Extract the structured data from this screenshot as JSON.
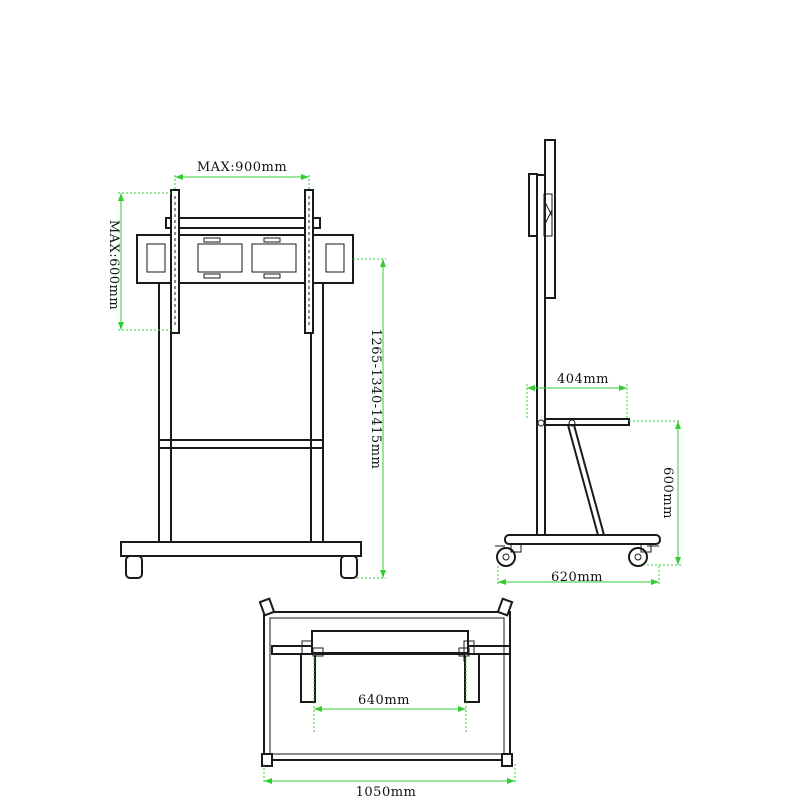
{
  "dimensions": {
    "max_width": "MAX:900mm",
    "max_height": "MAX:600mm",
    "height_range": "1265-1340-1415mm",
    "shelf_depth": "404mm",
    "shelf_height": "600mm",
    "side_base": "620mm",
    "camera_width": "640mm",
    "base_width": "1050mm"
  },
  "colors": {
    "line": "#1a1a1a",
    "dimension": "#33cc33"
  }
}
